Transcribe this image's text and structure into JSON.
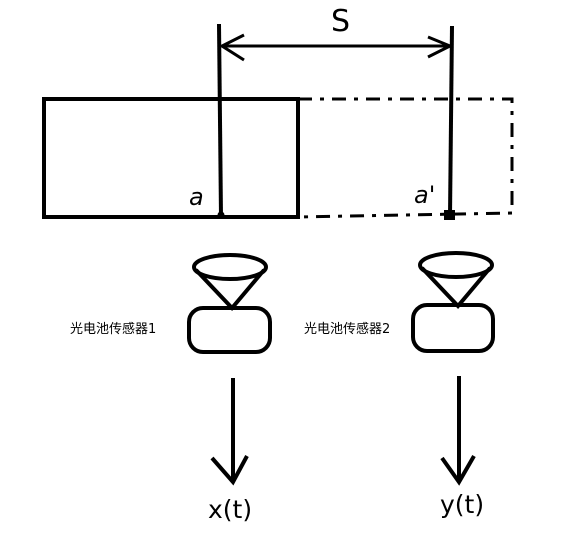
{
  "distance_label": "S",
  "point_a": "a",
  "point_a_prime": "a'",
  "sensor1": {
    "label": "光电池传感器1",
    "output": "x(t)"
  },
  "sensor2": {
    "label": "光电池传感器2",
    "output": "y(t)"
  },
  "colors": {
    "stroke": "#000000",
    "background": "#ffffff"
  }
}
